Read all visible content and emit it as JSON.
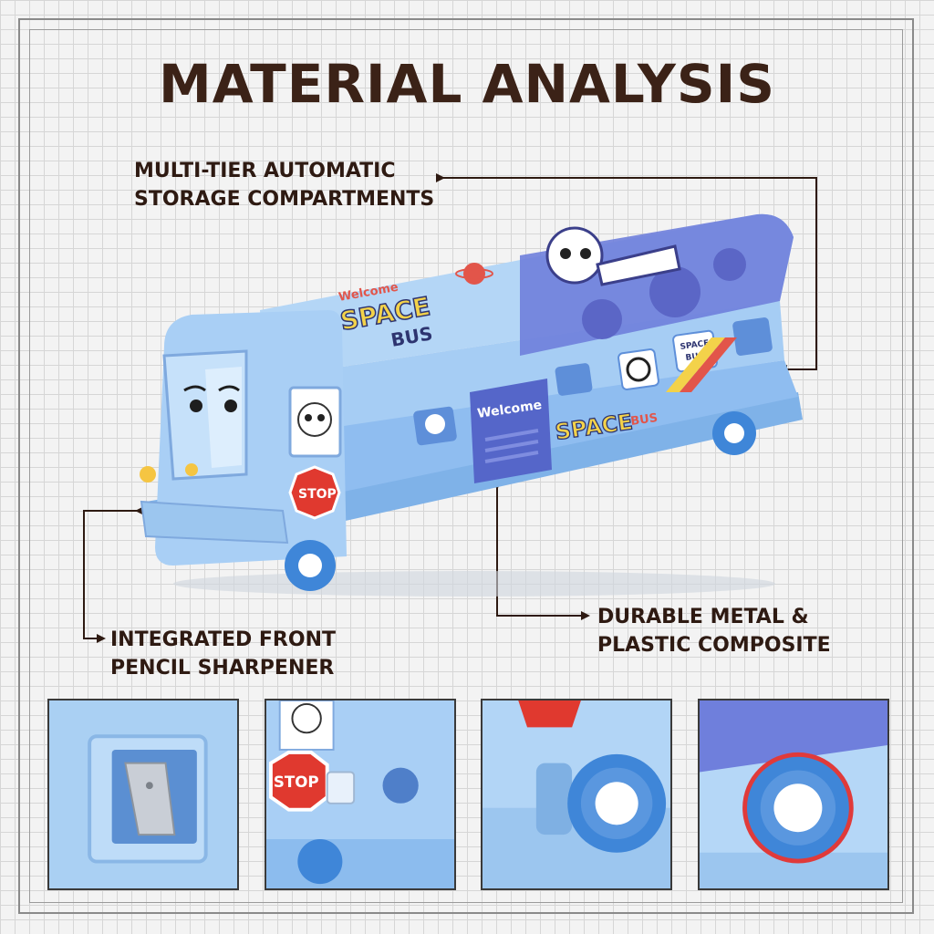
{
  "title": "MATERIAL ANALYSIS",
  "callouts": {
    "storage_line1": "MULTI-TIER AUTOMATIC",
    "storage_line2": "STORAGE COMPARTMENTS",
    "sharpener_line1": "INTEGRATED FRONT",
    "sharpener_line2": "PENCIL SHARPENER",
    "material_line1": "DURABLE METAL &",
    "material_line2": "PLASTIC COMPOSITE"
  },
  "bus": {
    "welcome_top": "Welcome",
    "brand_line1": "SPACE",
    "brand_line2": "BUS",
    "door_sign": "Welcome",
    "side_brand": "SPACE",
    "side_brand_small": "BUS",
    "sticker_line1": "SPACE",
    "sticker_line2": "BUS",
    "stop_sign": "STOP"
  },
  "details": {
    "stop_sign": "STOP"
  },
  "colors": {
    "title": "#3b2217",
    "bus_body": "#9cc6ef",
    "bus_dark": "#6b78d6",
    "wheel": "#3f86d8",
    "stop": "#e0392f"
  }
}
